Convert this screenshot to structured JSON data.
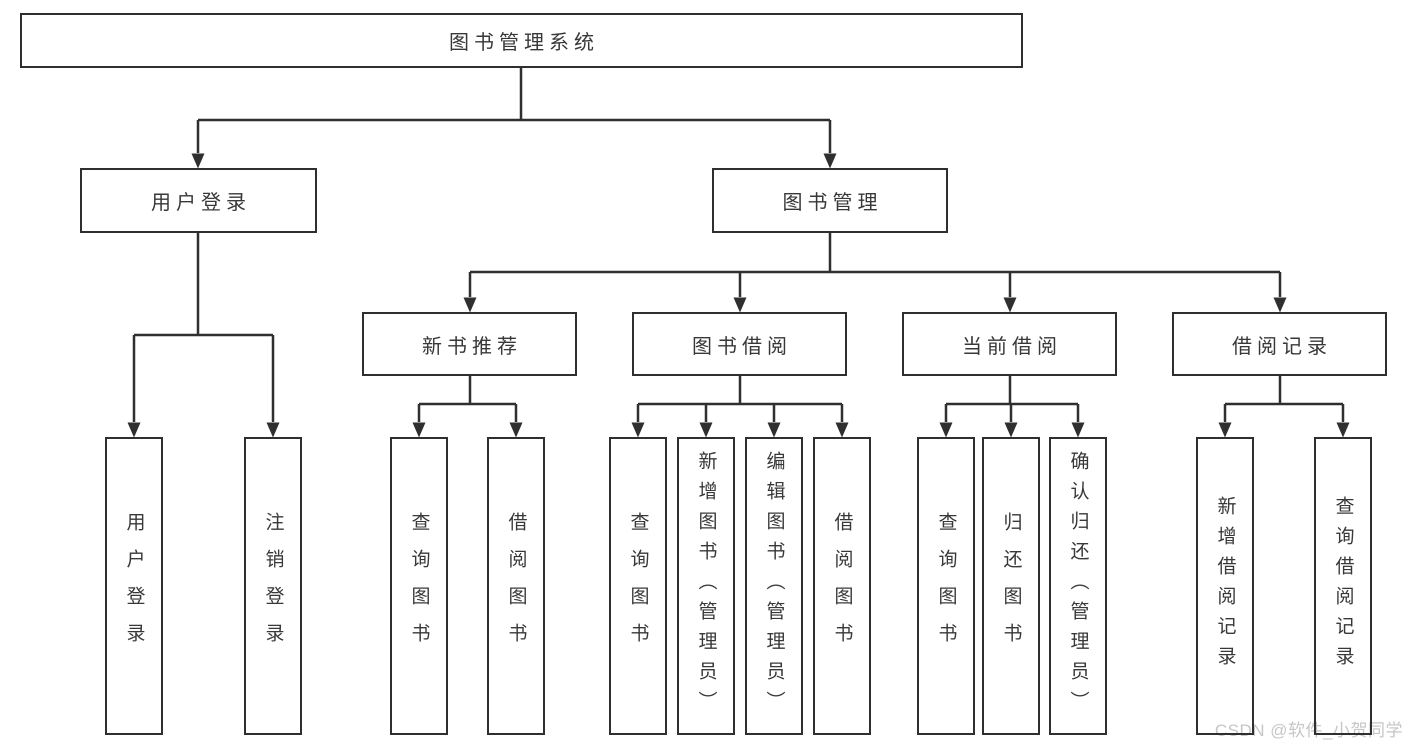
{
  "colors": {
    "line": "#2f2f2f",
    "box_border": "#2f2f2f",
    "box_background": "#ffffff",
    "text": "#383838",
    "page_background": "#ffffff",
    "watermark": "#c6c6c6"
  },
  "watermark": {
    "text": "CSDN @软件_小贺同学"
  },
  "tree": {
    "label": "图书管理系统",
    "children": [
      {
        "label": "用户登录",
        "children": [
          {
            "label": "用户登录"
          },
          {
            "label": "注销登录"
          }
        ]
      },
      {
        "label": "图书管理",
        "children": [
          {
            "label": "新书推荐",
            "children": [
              {
                "label": "查询图书"
              },
              {
                "label": "借阅图书"
              }
            ]
          },
          {
            "label": "图书借阅",
            "children": [
              {
                "label": "查询图书"
              },
              {
                "label": "新增图书（管理员）"
              },
              {
                "label": "编辑图书（管理员）"
              },
              {
                "label": "借阅图书"
              }
            ]
          },
          {
            "label": "当前借阅",
            "children": [
              {
                "label": "查询图书"
              },
              {
                "label": "归还图书"
              },
              {
                "label": "确认归还（管理员）"
              }
            ]
          },
          {
            "label": "借阅记录",
            "children": [
              {
                "label": "新增借阅记录"
              },
              {
                "label": "查询借阅记录"
              }
            ]
          }
        ]
      }
    ]
  }
}
